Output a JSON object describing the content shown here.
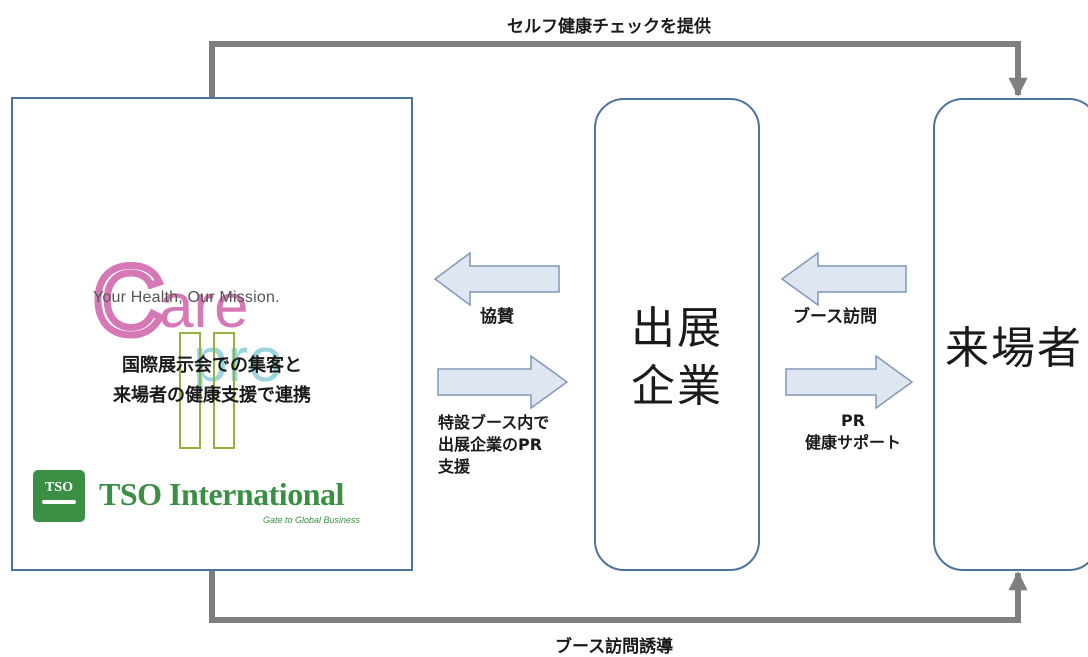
{
  "flows": {
    "top": "セルフ健康チェックを提供",
    "bottom": "ブース訪問誘導",
    "sponsorship": "協賛",
    "booth_support": [
      "特設ブース内で",
      "出展企業のPR",
      "支援"
    ],
    "booth_visit": "ブース訪問",
    "pr_health": [
      "PR",
      "健康サポート"
    ]
  },
  "partners": {
    "carepro_logo": "Care pro",
    "carepro_tagline": "Your Health, Our Mission.",
    "collaboration": [
      "国際展示会での集客と",
      "来場者の健康支援で連携"
    ],
    "tso_emblem": "TSO",
    "tso_name": "TSO International",
    "tso_tagline": "Gate to Global Business"
  },
  "nodes": {
    "exhibitors": [
      "出展",
      "企業"
    ],
    "visitors": "来場者"
  },
  "colors": {
    "box_border": "#4d73a0",
    "connector": "#7f7f7f",
    "block_arrow_fill": "#dde6f1",
    "block_arrow_stroke": "#8197b8",
    "carepro_pink": "#d678b6",
    "carepro_blue": "#9ad5df",
    "tso_green": "#3b8f44",
    "deco_green": "#93b33f"
  }
}
